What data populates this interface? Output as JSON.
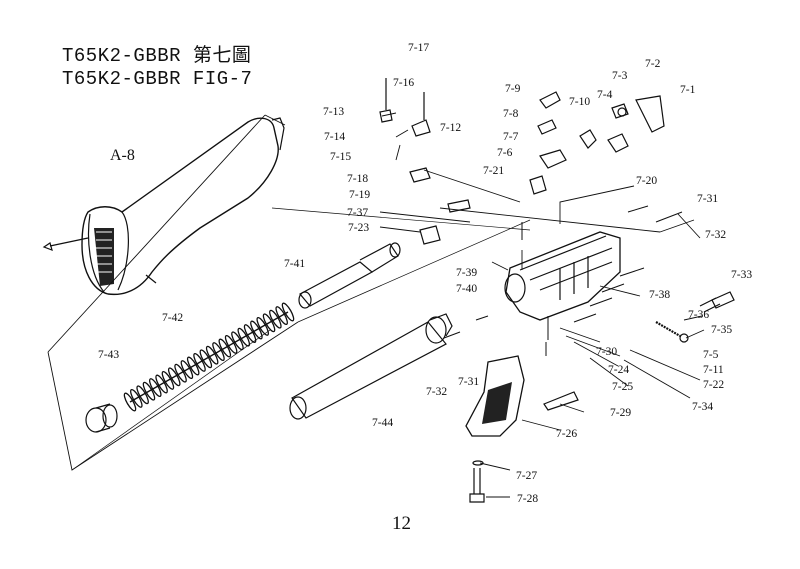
{
  "titles": {
    "line1": "T65K2-GBBR 第七圖",
    "line2": "T65K2-GBBR FIG-7"
  },
  "assembly_label": "A-8",
  "page_number": "12",
  "parts": [
    {
      "id": "p7-1",
      "label": "7-1"
    },
    {
      "id": "p7-2",
      "label": "7-2"
    },
    {
      "id": "p7-3",
      "label": "7-3"
    },
    {
      "id": "p7-4",
      "label": "7-4"
    },
    {
      "id": "p7-5",
      "label": "7-5"
    },
    {
      "id": "p7-6",
      "label": "7-6"
    },
    {
      "id": "p7-7",
      "label": "7-7"
    },
    {
      "id": "p7-8",
      "label": "7-8"
    },
    {
      "id": "p7-9",
      "label": "7-9"
    },
    {
      "id": "p7-10",
      "label": "7-10"
    },
    {
      "id": "p7-11",
      "label": "7-11"
    },
    {
      "id": "p7-12",
      "label": "7-12"
    },
    {
      "id": "p7-13",
      "label": "7-13"
    },
    {
      "id": "p7-14",
      "label": "7-14"
    },
    {
      "id": "p7-15",
      "label": "7-15"
    },
    {
      "id": "p7-16",
      "label": "7-16"
    },
    {
      "id": "p7-17",
      "label": "7-17"
    },
    {
      "id": "p7-18",
      "label": "7-18"
    },
    {
      "id": "p7-19",
      "label": "7-19"
    },
    {
      "id": "p7-20",
      "label": "7-20"
    },
    {
      "id": "p7-21",
      "label": "7-21"
    },
    {
      "id": "p7-22",
      "label": "7-22"
    },
    {
      "id": "p7-23",
      "label": "7-23"
    },
    {
      "id": "p7-24",
      "label": "7-24"
    },
    {
      "id": "p7-25",
      "label": "7-25"
    },
    {
      "id": "p7-26",
      "label": "7-26"
    },
    {
      "id": "p7-27",
      "label": "7-27"
    },
    {
      "id": "p7-28",
      "label": "7-28"
    },
    {
      "id": "p7-29",
      "label": "7-29"
    },
    {
      "id": "p7-30",
      "label": "7-30"
    },
    {
      "id": "p7-31a",
      "label": "7-31"
    },
    {
      "id": "p7-31b",
      "label": "7-31"
    },
    {
      "id": "p7-32a",
      "label": "7-32"
    },
    {
      "id": "p7-32b",
      "label": "7-32"
    },
    {
      "id": "p7-33",
      "label": "7-33"
    },
    {
      "id": "p7-34",
      "label": "7-34"
    },
    {
      "id": "p7-35",
      "label": "7-35"
    },
    {
      "id": "p7-36",
      "label": "7-36"
    },
    {
      "id": "p7-37",
      "label": "7-37"
    },
    {
      "id": "p7-38",
      "label": "7-38"
    },
    {
      "id": "p7-39",
      "label": "7-39"
    },
    {
      "id": "p7-40",
      "label": "7-40"
    },
    {
      "id": "p7-41",
      "label": "7-41"
    },
    {
      "id": "p7-42",
      "label": "7-42"
    },
    {
      "id": "p7-43",
      "label": "7-43"
    },
    {
      "id": "p7-44",
      "label": "7-44"
    }
  ]
}
